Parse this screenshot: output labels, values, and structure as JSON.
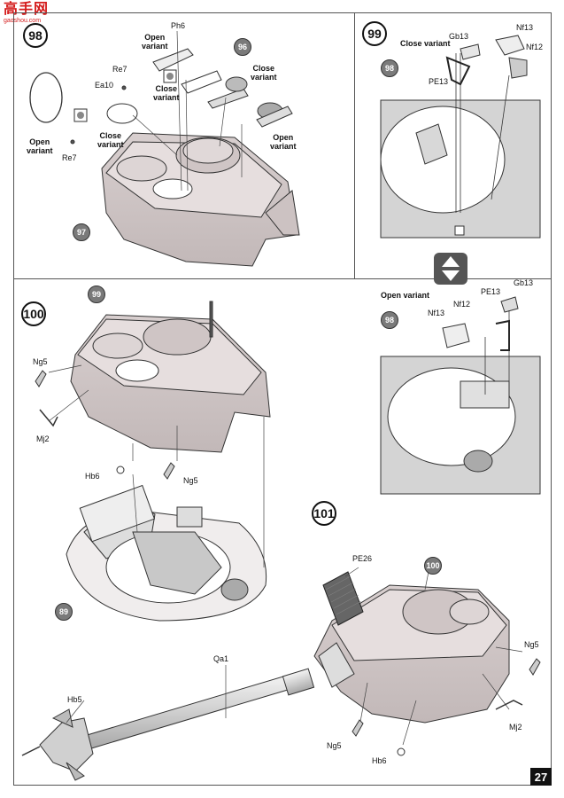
{
  "watermark": {
    "title": "高手网",
    "url": "gaoshou.com"
  },
  "page_number": "27",
  "steps": {
    "s98": "98",
    "s99": "99",
    "s100": "100",
    "s101": "101"
  },
  "refs": {
    "r96": "96",
    "r97": "97",
    "r98a": "98",
    "r98b": "98",
    "r99": "99",
    "r89": "89",
    "r100": "100"
  },
  "labels": {
    "open_variant_ph6": "Open\nvariant",
    "ph6": "Ph6",
    "close_variant_96": "Close\nvariant",
    "open_variant_96": "Open\nvariant",
    "close_variant_a": "Close\nvariant",
    "re7_top": "Re7",
    "ea10": "Ea10",
    "close_variant_b": "Close\nvariant",
    "open_variant_left": "Open\nvariant",
    "re7_bottom": "Re7",
    "gb13_a": "Gb13",
    "nf13_a": "Nf13",
    "close_variant_99": "Close variant",
    "nf12_a": "Nf12",
    "pe13_a": "PE13",
    "open_variant_99": "Open variant",
    "pe13_b": "PE13",
    "gb13_b": "Gb13",
    "nf12_b": "Nf12",
    "nf13_b": "Nf13",
    "ng5_a": "Ng5",
    "mj2_a": "Mj2",
    "hb6_a": "Hb6",
    "ng5_b": "Ng5",
    "pe26": "PE26",
    "qa1": "Qa1",
    "hb5": "Hb5",
    "ng5_c": "Ng5",
    "mj2_b": "Mj2",
    "ng5_d": "Ng5",
    "hb6_b": "Hb6"
  }
}
